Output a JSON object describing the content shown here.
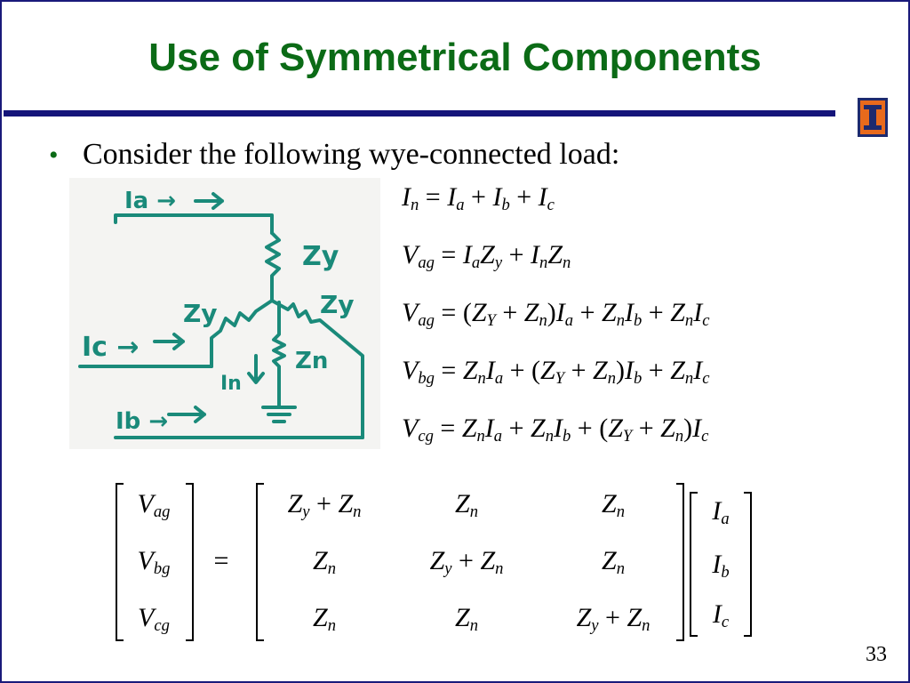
{
  "slide": {
    "title": "Use of Symmetrical Components",
    "bullet": "Consider the following wye-connected load:",
    "page_number": "33",
    "colors": {
      "title": "#0b6b16",
      "rule": "#14147a",
      "sketch": "#1a8a7a",
      "logo_orange": "#e86a1c",
      "logo_navy": "#1d2a6e"
    }
  },
  "sketch": {
    "labels": {
      "ia": "Ia →",
      "ic": "Ic →",
      "ib": "Ib →",
      "zy_top": "Zy",
      "zy_left": "Zy",
      "zy_right": "Zy",
      "zn": "Zn",
      "in": "In"
    }
  },
  "equations": {
    "e1": {
      "lhs": "I",
      "lhs_sub": "n",
      "rhs": [
        "= ",
        "I",
        "a",
        " + ",
        "I",
        "b",
        " + ",
        "I",
        "c"
      ]
    },
    "e2_lhs": "V",
    "e2_sub": "ag",
    "e3_lhs": "V",
    "e3_sub": "ag",
    "e4_lhs": "V",
    "e4_sub": "bg",
    "e5_lhs": "V",
    "e5_sub": "cg"
  },
  "matrix": {
    "left_col": [
      [
        "V",
        "ag"
      ],
      [
        "V",
        "bg"
      ],
      [
        "V",
        "cg"
      ]
    ],
    "equals": "=",
    "right_col": [
      [
        "I",
        "a"
      ],
      [
        "I",
        "b"
      ],
      [
        "I",
        "c"
      ]
    ]
  }
}
